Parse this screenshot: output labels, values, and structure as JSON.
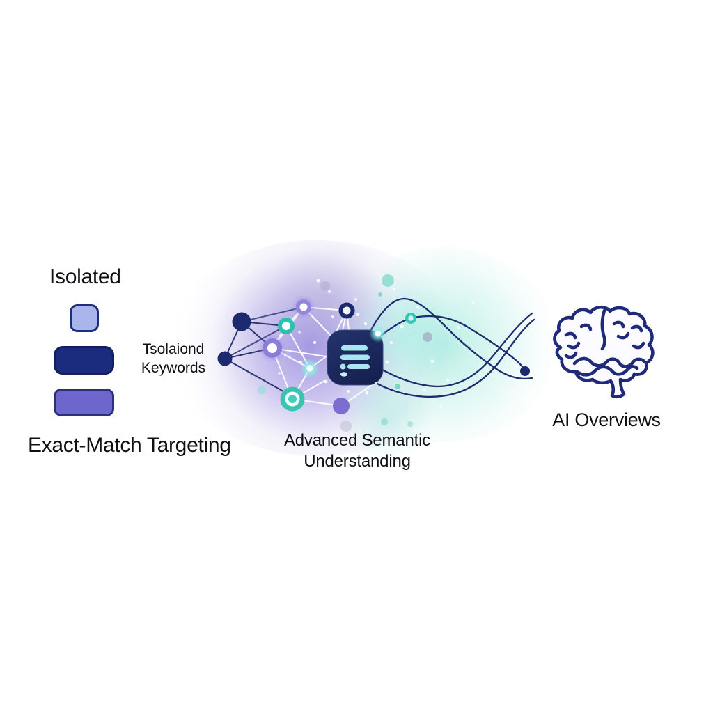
{
  "figure": {
    "left": {
      "heading": "Isolated",
      "chip_caption": {
        "line1": "Tsolaiond",
        "line2": "Keywords"
      },
      "caption": "Exact-Match Targeting",
      "chips": [
        {
          "name": "small-chip",
          "fill": "#aab5ec",
          "border": "#1e2d7c"
        },
        {
          "name": "navy-chip",
          "fill": "#1b2b7e",
          "border": "#141f60"
        },
        {
          "name": "purple-chip",
          "fill": "#6d67cd",
          "border": "#2a3178"
        }
      ]
    },
    "center": {
      "caption_line1": "Advanced Semantic",
      "caption_line2": "Understanding",
      "icon": "document-lines-icon"
    },
    "right": {
      "caption": "AI Overviews",
      "icon": "brain-icon"
    },
    "colors": {
      "navy_node": "#1e2a6f",
      "teal_node": "#35c2b1",
      "purple_node": "#8b7ed9",
      "icon_fill": "#1c2a63",
      "icon_lines": "#a8e7f1",
      "flow_line": "#1f2b6d",
      "text": "#101014",
      "background": "#ffffff"
    }
  }
}
